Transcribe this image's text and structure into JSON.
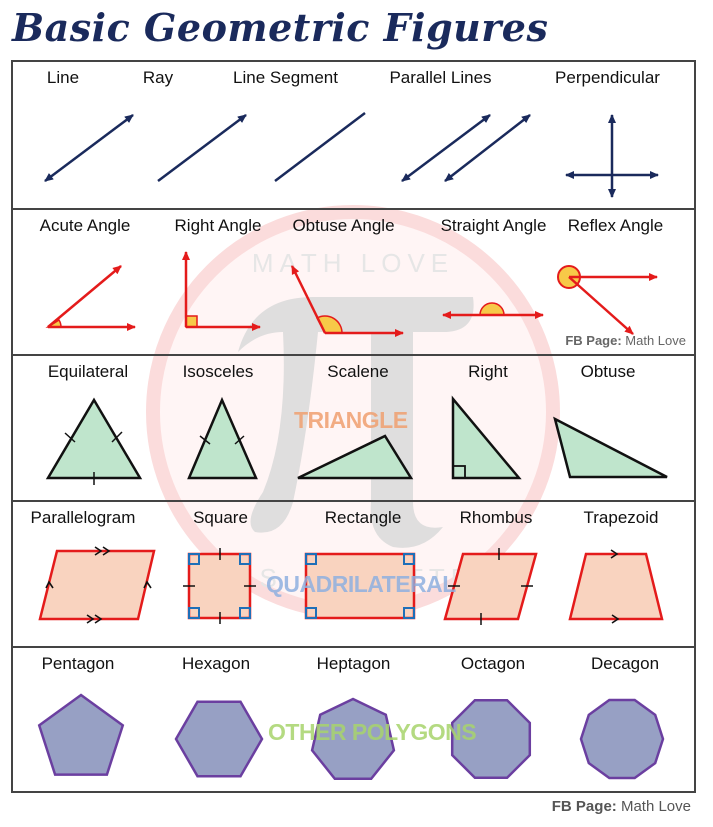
{
  "title": "Basic Geometric Figures",
  "rows": [
    {
      "labels": [
        "Line",
        "Ray",
        "Line Segment",
        "Parallel Lines",
        "Perpendicular"
      ]
    },
    {
      "labels": [
        "Acute Angle",
        "Right Angle",
        "Obtuse Angle",
        "Straight Angle",
        "Reflex Angle"
      ]
    },
    {
      "labels": [
        "Equilateral",
        "Isosceles",
        "Scalene",
        "Right",
        "Obtuse"
      ],
      "category": "TRIANGLE"
    },
    {
      "labels": [
        "Parallelogram",
        "Square",
        "Rectangle",
        "Rhombus",
        "Trapezoid"
      ],
      "category": "QUADRILATERAL"
    },
    {
      "labels": [
        "Pentagon",
        "Hexagon",
        "Heptagon",
        "Octagon",
        "Decagon"
      ],
      "category": "OTHER POLYGONS"
    }
  ],
  "credit": {
    "prefix": "FB Page:",
    "name": "Math Love"
  },
  "watermark": {
    "top_text": "MATH LOVE",
    "bottom_text": "MS. ROSETTE"
  },
  "colors": {
    "navy": "#1a2a5c",
    "red": "#e41b1b",
    "angle_fill": "#f7c948",
    "triangle_fill": "#bfe5cc",
    "quad_fill": "#f9d3bf",
    "polygon_fill": "#97a0c4",
    "polygon_stroke": "#6b3fa0",
    "square_marker": "#1e6fb8",
    "triangle_label": "#f0a070",
    "quad_label": "#8fb0e0",
    "polygon_label": "#a8d46c"
  }
}
